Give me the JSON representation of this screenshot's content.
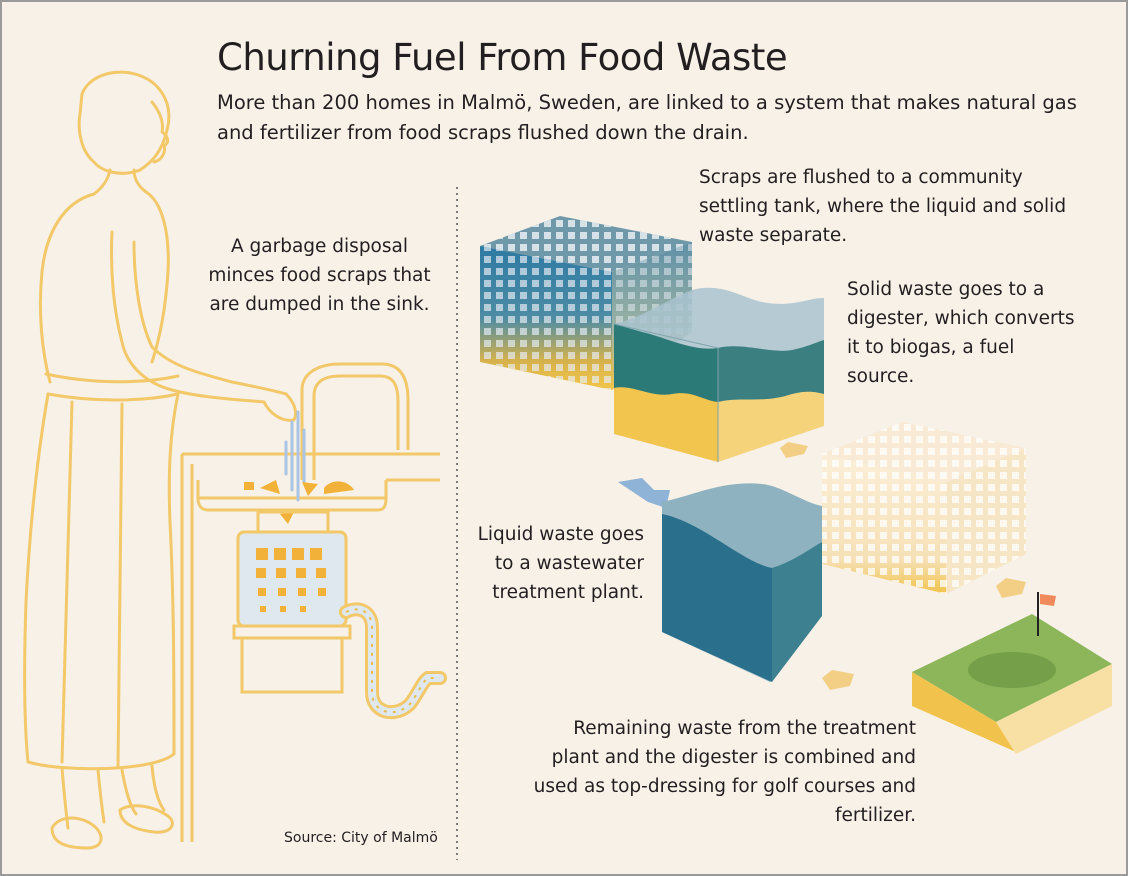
{
  "title": "Churning Fuel From Food Waste",
  "subtitle": "More than 200 homes in Malmö, Sweden, are linked to a system that makes natural gas and fertilizer from food scraps flushed down the drain.",
  "steps": {
    "disposal": "A garbage disposal minces food scraps that are dumped in the sink.",
    "settling_tank": "Scraps are flushed to a community settling tank, where the liquid and solid waste separate.",
    "digester": "Solid waste goes to a digester, which converts it to biogas, a fuel source.",
    "liquid_waste": "Liquid waste goes to a wastewater treatment plant.",
    "remaining_waste": "Remaining waste from the treatment plant and the digester is combined and used as top-dressing for golf courses and fertilizer."
  },
  "source": "Source: City of Malmö",
  "colors": {
    "background": "#f7f1e8",
    "outline": "#f2c869",
    "water": "#2f7f8e",
    "solid": "#f0c04a",
    "grass": "#8db65a",
    "arrow": "#f3cf85",
    "arrow_blue": "#8fb3d6",
    "flag": "#f08a5d"
  }
}
